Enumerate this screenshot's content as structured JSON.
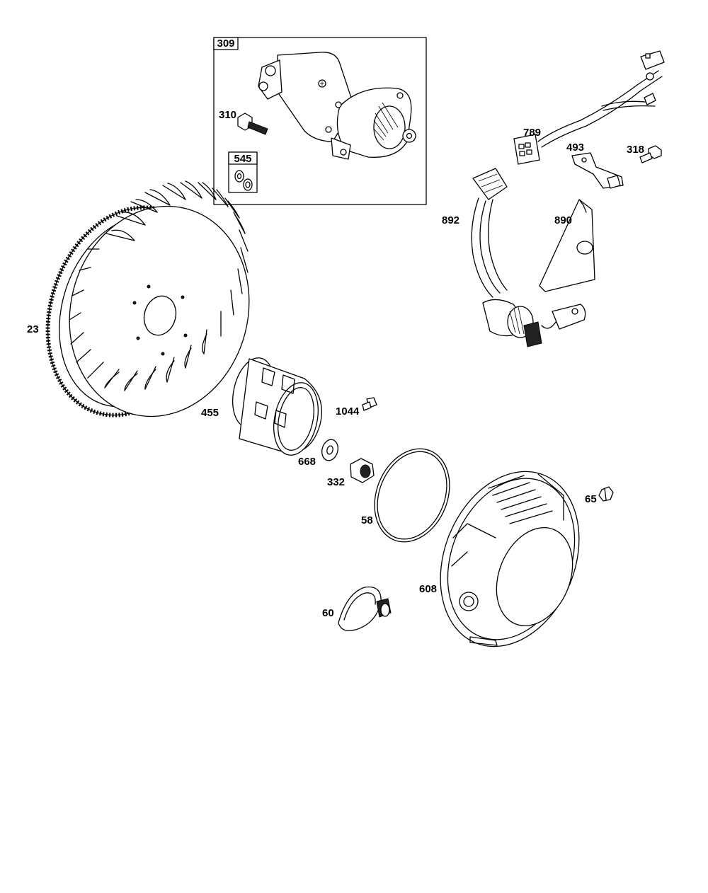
{
  "diagram": {
    "callouts": {
      "c309": "309",
      "c310": "310",
      "c545": "545",
      "c789": "789",
      "c493": "493",
      "c318": "318",
      "c892": "892",
      "c890": "890",
      "c23": "23",
      "c455": "455",
      "c1044": "1044",
      "c668": "668",
      "c332": "332",
      "c58": "58",
      "c65": "65",
      "c608": "608",
      "c60": "60"
    }
  }
}
